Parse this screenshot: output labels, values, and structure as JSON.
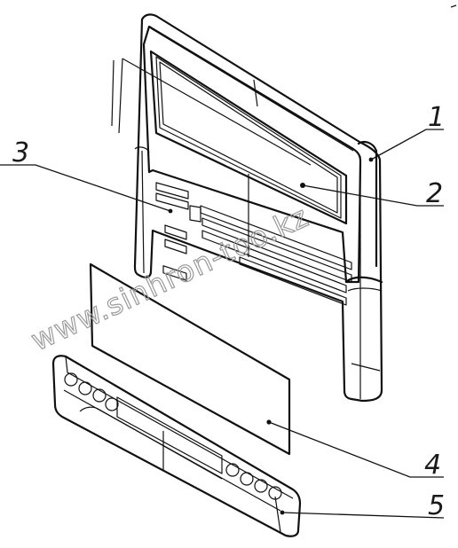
{
  "callouts": [
    {
      "id": "1",
      "label": "1"
    },
    {
      "id": "2",
      "label": "2"
    },
    {
      "id": "3",
      "label": "3"
    },
    {
      "id": "4",
      "label": "4"
    },
    {
      "id": "5",
      "label": "5"
    }
  ],
  "watermark": "www.sinhron-too.kz",
  "colors": {
    "line": "#111111",
    "watermark": "#9a9a9a",
    "background": "#ffffff"
  }
}
